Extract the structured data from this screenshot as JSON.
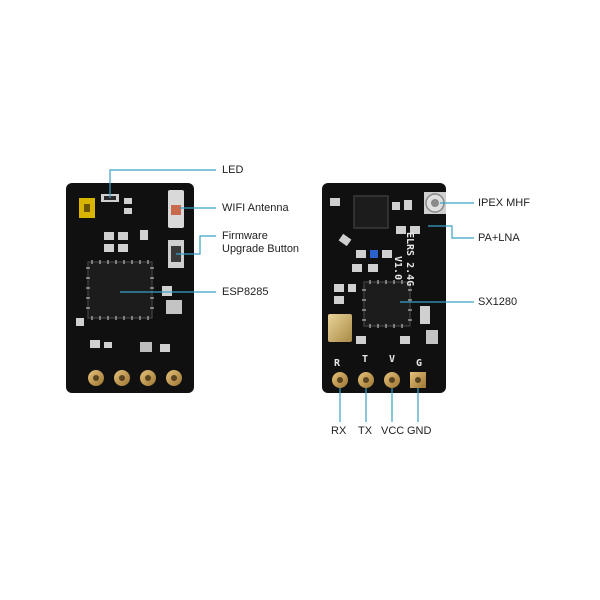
{
  "left_board": {
    "callouts": {
      "led": "LED",
      "wifi_antenna": "WIFI Antenna",
      "firmware_button_line1": "Firmware",
      "firmware_button_line2": "Upgrade Button",
      "esp": "ESP8285"
    }
  },
  "right_board": {
    "silkscreen": {
      "model": "ELRS 2.4G",
      "version": "V1.0",
      "pad_r": "R",
      "pad_t": "T",
      "pad_v": "V",
      "pad_g": "G"
    },
    "callouts": {
      "ipex": "IPEX MHF",
      "pa_lna": "PA+LNA",
      "sx": "SX1280"
    },
    "pins": {
      "rx": "RX",
      "tx": "TX",
      "vcc": "VCC",
      "gnd": "GND"
    }
  },
  "colors": {
    "pcb": "#101010",
    "callout_line": "#3aa0c8",
    "gold_pad": "#c9a25a",
    "led_yellow": "#d9b400",
    "antenna_copper": "#c96a4e",
    "blue_led": "#2a62c9"
  }
}
